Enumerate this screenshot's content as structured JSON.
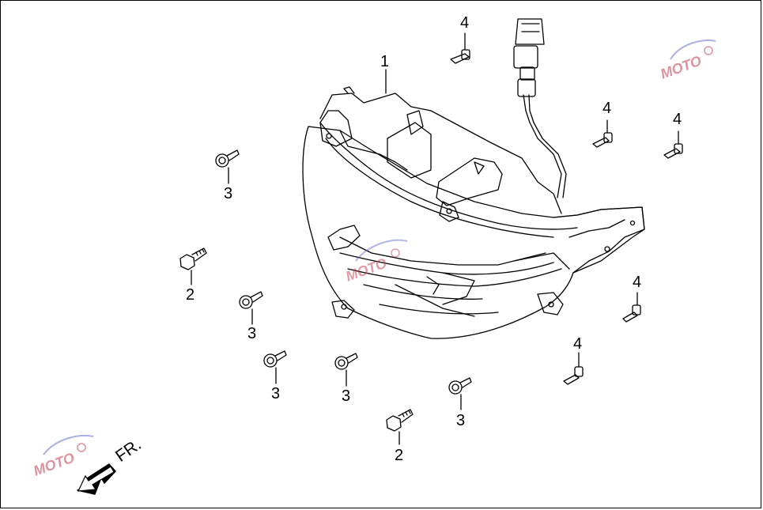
{
  "diagram": {
    "callouts": [
      {
        "id": "c1",
        "label": "1"
      },
      {
        "id": "c4a",
        "label": "4"
      },
      {
        "id": "c4b",
        "label": "4"
      },
      {
        "id": "c4c",
        "label": "4"
      },
      {
        "id": "c3a",
        "label": "3"
      },
      {
        "id": "c2a",
        "label": "2"
      },
      {
        "id": "c3b",
        "label": "3"
      },
      {
        "id": "c4d",
        "label": "4"
      },
      {
        "id": "c4e",
        "label": "4"
      },
      {
        "id": "c3c",
        "label": "3"
      },
      {
        "id": "c3d",
        "label": "3"
      },
      {
        "id": "c3e",
        "label": "3"
      },
      {
        "id": "c2b",
        "label": "2"
      }
    ],
    "direction_label": "FR.",
    "watermark_text": "MOTO"
  },
  "colors": {
    "line": "#000000",
    "watermark": "#c23b50",
    "watermark_accent": "#6a6fd0"
  }
}
